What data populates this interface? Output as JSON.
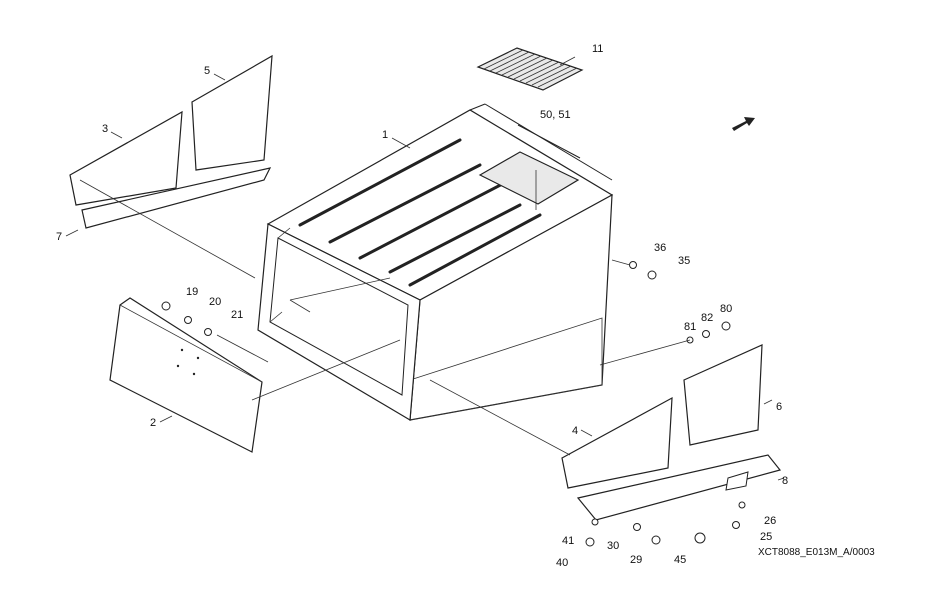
{
  "callouts": [
    "1",
    "2",
    "3",
    "4",
    "5",
    "6",
    "7",
    "8",
    "11",
    "50, 51",
    "19",
    "20",
    "21",
    "36",
    "35",
    "80",
    "82",
    "81",
    "26",
    "25",
    "41",
    "40",
    "30",
    "29",
    "45"
  ],
  "drawing_code": "XCT8088_E013M_A/0003",
  "arrow_icon": "direction-arrow-icon"
}
